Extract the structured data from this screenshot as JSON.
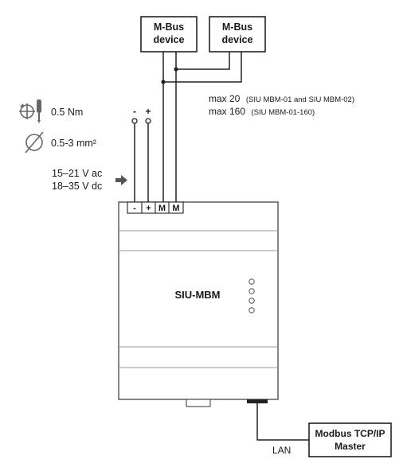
{
  "mbus_devices": [
    {
      "line1": "M-Bus",
      "line2": "device"
    },
    {
      "line1": "M-Bus",
      "line2": "device"
    }
  ],
  "torque": {
    "icon": "screwdriver-torque-icon",
    "value": "0.5 Nm"
  },
  "wire_size": {
    "icon": "diameter-icon",
    "value": "0.5-3 mm²"
  },
  "power": {
    "ac": "15–21 V ac",
    "dc": "18–35 V dc",
    "icon": "arrow-right-icon"
  },
  "polarity": {
    "minus": "-",
    "plus": "+"
  },
  "max_devices": {
    "line1_value": "max 20",
    "line1_note": "(SIU MBM-01 and SIU MBM-02)",
    "line2_value": "max 160",
    "line2_note": "(SIU MBM-01-160)"
  },
  "terminals": [
    "-",
    "+",
    "M",
    "M"
  ],
  "unit": {
    "label": "SIU-MBM",
    "led_count": 4
  },
  "lan_label": "LAN",
  "master": {
    "line1": "Modbus TCP/IP",
    "line2": "Master"
  }
}
